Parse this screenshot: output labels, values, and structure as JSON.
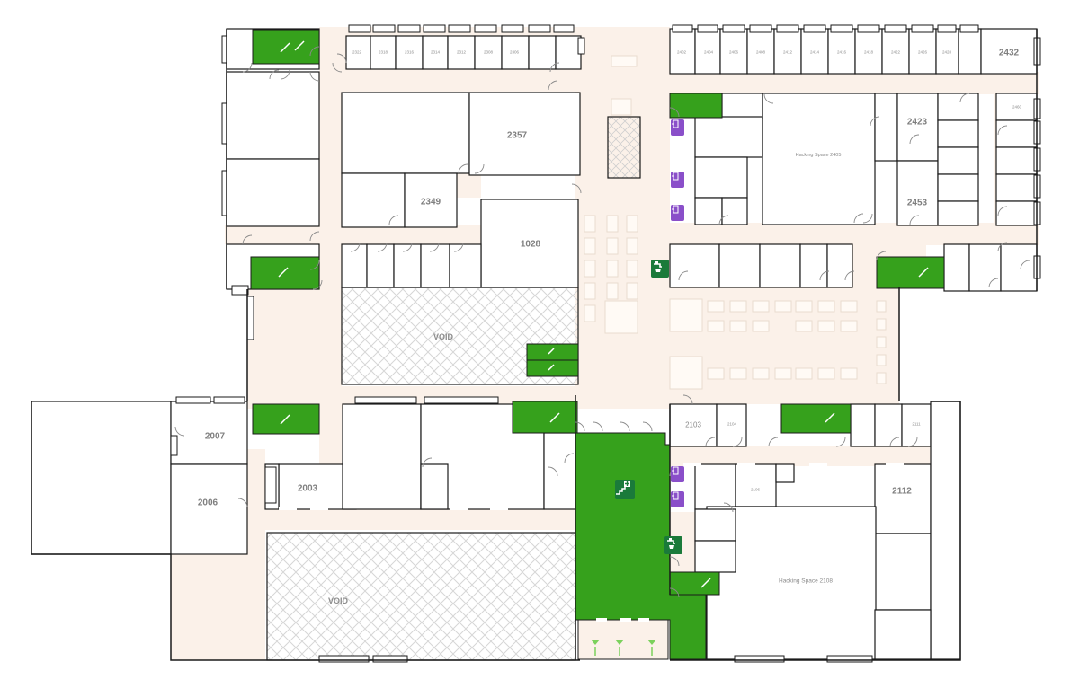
{
  "map": {
    "labels": {
      "r2357": "2357",
      "r1028": "1028",
      "r2349": "2349",
      "r2007": "2007",
      "r2006": "2006",
      "r2003": "2003",
      "r2103": "2103",
      "r2104": "2104",
      "r2106": "2106",
      "r2111": "2111",
      "r2112": "2112",
      "r2423": "2423",
      "r2453": "2453",
      "r2432": "2432",
      "r2460": "2460",
      "r2402": "2402",
      "r2322": "2322",
      "r2318": "2318",
      "r2316": "2316",
      "r2314": "2314",
      "r2312": "2312",
      "r2308": "2308",
      "r2306": "2306",
      "hacking_2405": "Hacking Space 2405",
      "hacking_2108": "Hacking Space 2108",
      "void_top": "VOID",
      "void_bottom": "VOID",
      "r2404": "2404",
      "r2406": "2406",
      "r2408": "2408",
      "r2412": "2412",
      "r2414": "2414",
      "r2416": "2416",
      "r2418": "2418",
      "r2422": "2422",
      "r2426": "2426",
      "r2428": "2428"
    },
    "colors": {
      "corridor": "#fbf1e9",
      "room": "#ffffff",
      "wall": "#1a1a1a",
      "stair_green": "#36a11c",
      "dark_green": "#1a7a3a",
      "purple": "#8a4fc9",
      "void_hatch": "#d9d9d9"
    },
    "icons": {
      "first_aid": "first-aid-stairs-icon",
      "water_1": "water-tap-icon",
      "water_2": "water-tap-icon",
      "door": "exit-door-icon"
    }
  }
}
